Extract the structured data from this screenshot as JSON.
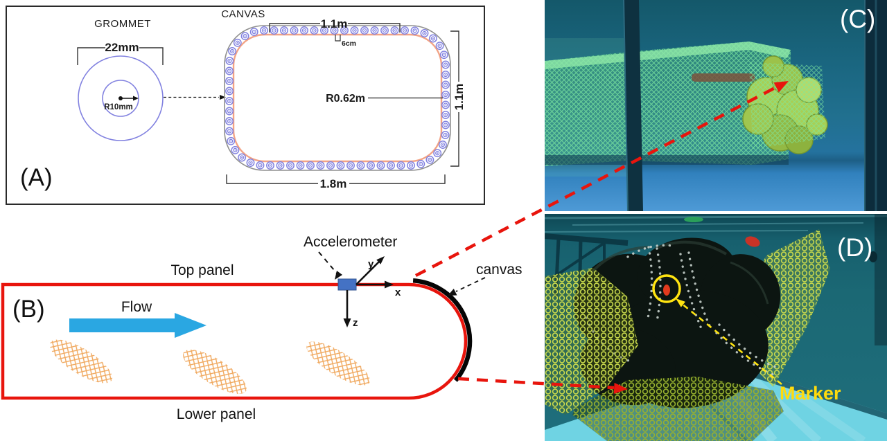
{
  "figure": {
    "panels": {
      "a": {
        "label": "(A)",
        "grommet": {
          "title": "GROMMET",
          "outer_diameter": "22mm",
          "inner_radius": "R10mm"
        },
        "canvas": {
          "title": "CANVAS",
          "top_width": "1.1m",
          "grommet_spacing": "6cm",
          "corner_radius": "R0.62m",
          "height": "1.1m",
          "bottom_width": "1.8m"
        }
      },
      "b": {
        "label": "(B)",
        "top_panel": "Top panel",
        "lower_panel": "Lower panel",
        "flow": "Flow",
        "accelerometer": "Accelerometer",
        "canvas": "canvas",
        "axis_x": "x",
        "axis_y": "y",
        "axis_z": "z"
      },
      "c": {
        "label": "(C)"
      },
      "d": {
        "label": "(D)",
        "marker": "Marker"
      }
    },
    "colors": {
      "diagram_red": "#e8150d",
      "flow_blue": "#2aa7e2",
      "grommet_purple": "#8282e0",
      "canvas_orange": "#f2a385",
      "hatch_orange": "#f0a85e",
      "marker_yellow": "#ffe411",
      "photo_label_white": "#ffffff"
    }
  }
}
